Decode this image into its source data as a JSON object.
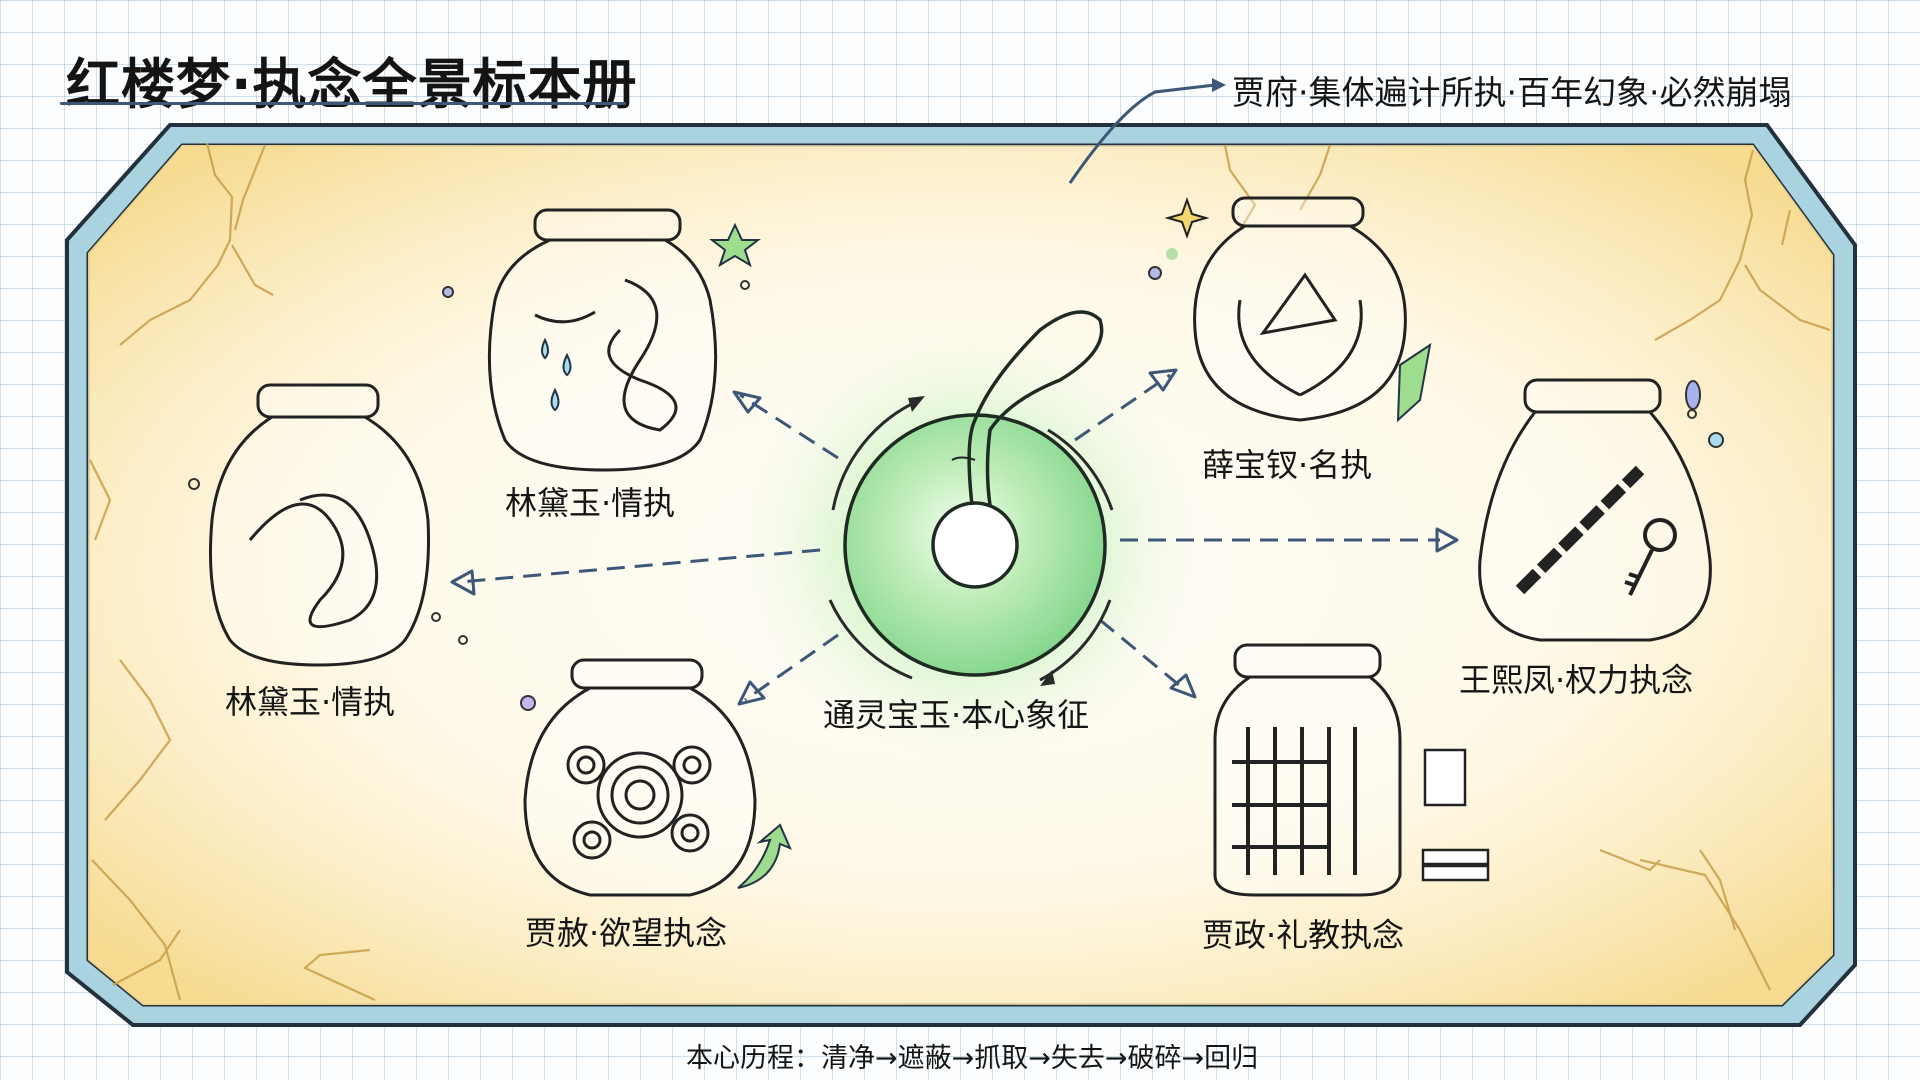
{
  "header": {
    "title": "红楼梦·执念全景标本册"
  },
  "annotation": {
    "text": "贾府·集体遍计所执·百年幻象·必然崩塌",
    "arrow_icon": "curved-arrow-icon"
  },
  "center": {
    "label": "通灵宝玉·本心象征",
    "icon": "jade-pendant-icon",
    "glow_color": "#b8f0b0"
  },
  "jars": [
    {
      "id": "lin-top",
      "label": "林黛玉·情执",
      "icon": "tears-and-vines-jar-icon"
    },
    {
      "id": "lin-left",
      "label": "林黛玉·情执",
      "icon": "tangled-vines-jar-icon"
    },
    {
      "id": "xue",
      "label": "薛宝钗·名执",
      "icon": "laurel-triangle-jar-icon"
    },
    {
      "id": "wang",
      "label": "王熙凤·权力执念",
      "icon": "chain-and-key-jar-icon"
    },
    {
      "id": "jia-she",
      "label": "贾赦·欲望执念",
      "icon": "spirals-jar-icon"
    },
    {
      "id": "jia-zheng",
      "label": "贾政·礼教执念",
      "icon": "cage-and-books-jar-icon"
    }
  ],
  "footer": {
    "text": "本心历程：清净→遮蔽→抓取→失去→破碎→回归"
  },
  "colors": {
    "frame_outer": "#a9d3de",
    "frame_ink": "#22313d",
    "panel_fill": "#fdf1c9",
    "crack": "#caa24e",
    "arrow": "#3d5778",
    "jade": "#9fe3a0"
  }
}
